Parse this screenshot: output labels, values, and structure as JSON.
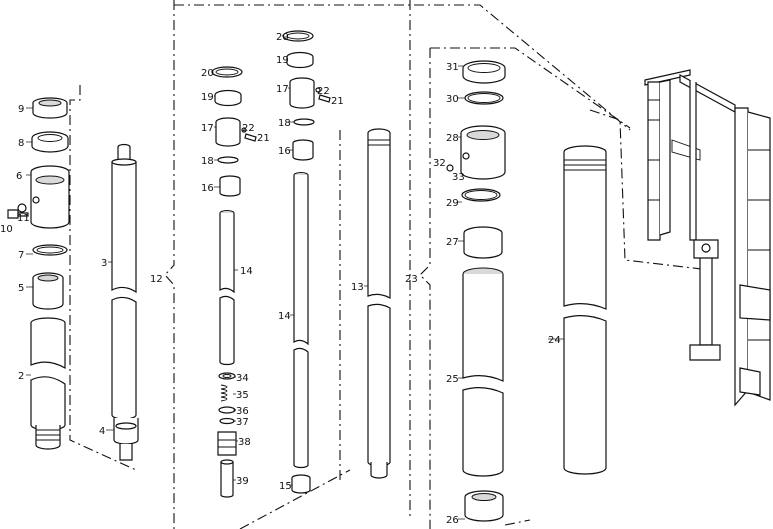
{
  "diagram": {
    "labels": {
      "p2": "2",
      "p3": "3",
      "p4": "4",
      "p5": "5",
      "p6": "6",
      "p7": "7",
      "p8": "8",
      "p9": "9",
      "p10": "10",
      "p11": "11",
      "p12": "12",
      "p13": "13",
      "p14a": "14",
      "p14b": "14",
      "p15": "15",
      "p16a": "16",
      "p16b": "16",
      "p17a": "17",
      "p17b": "17",
      "p18a": "18",
      "p18b": "18",
      "p19a": "19",
      "p19b": "19",
      "p20a": "20",
      "p20b": "20",
      "p21a": "21",
      "p21b": "21",
      "p22a": "22",
      "p22b": "22",
      "p23": "23",
      "p24": "24",
      "p25": "25",
      "p26": "26",
      "p27": "27",
      "p28": "28",
      "p29": "29",
      "p30": "30",
      "p31": "31",
      "p32": "32",
      "p33": "33",
      "p34": "34",
      "p35": "35",
      "p36": "36",
      "p37": "37",
      "p38": "38",
      "p39": "39"
    }
  }
}
